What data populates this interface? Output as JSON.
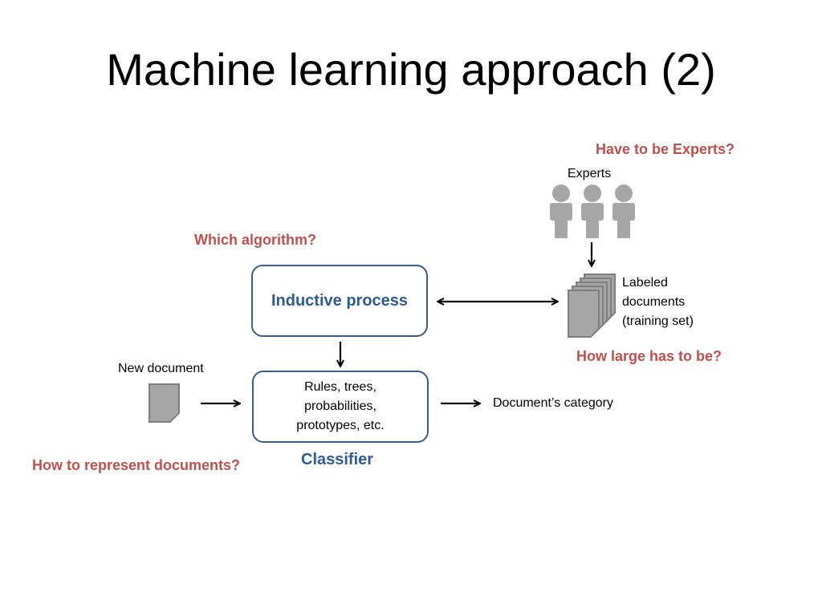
{
  "title": "Machine learning approach (2)",
  "questions": {
    "experts": "Have to be Experts?",
    "algorithm": "Which algorithm?",
    "size": "How large has to be?",
    "representation": "How to represent documents?"
  },
  "labels": {
    "experts": "Experts",
    "labeled_docs": [
      "Labeled",
      "documents",
      "(training set)"
    ],
    "new_document": "New document",
    "category": "Document’s category"
  },
  "boxes": {
    "inductive": "Inductive process",
    "classifier_lines": [
      "Rules, trees,",
      "probabilities,",
      "prototypes, etc."
    ],
    "classifier_caption": "Classifier"
  },
  "colors": {
    "question": "#c0504d",
    "box_border": "#385d8a",
    "box_title": "#2e5b95",
    "icon_gray": "#a6a6a6",
    "icon_dark": "#7f7f7f"
  },
  "icons": [
    "person-icon",
    "document-stack-icon",
    "document-icon",
    "arrow-icon"
  ]
}
